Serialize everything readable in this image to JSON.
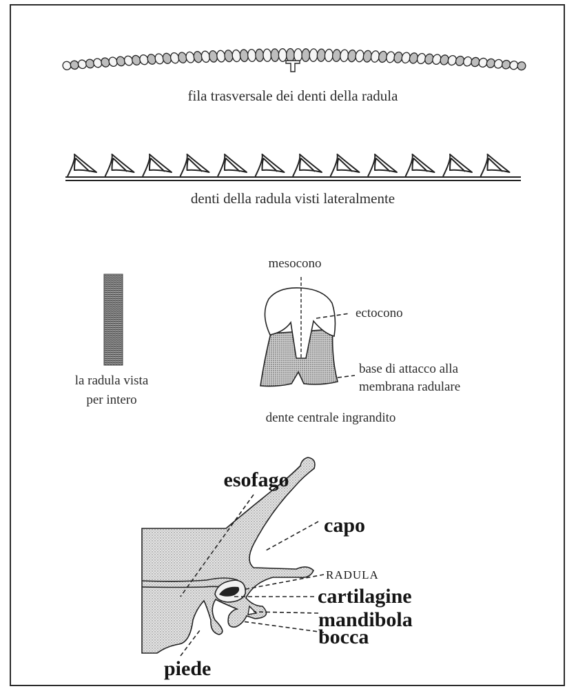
{
  "captions": {
    "row": "fila trasversale dei denti della radula",
    "lateral": "denti della radula visti lateralmente",
    "whole_line1": "la radula vista",
    "whole_line2": "per  intero",
    "central": "dente centrale ingrandito"
  },
  "tooth_labels": {
    "mesocono": "mesocono",
    "ectocono": "ectocono",
    "base_line1": "base di attacco alla",
    "base_line2": "membrana radulare"
  },
  "anatomy_labels": {
    "esofago": "esofago",
    "capo": "capo",
    "radula": "RADULA",
    "cartilagine": "cartilagine",
    "mandibola": "mandibola",
    "bocca": "bocca",
    "piede": "piede"
  }
}
